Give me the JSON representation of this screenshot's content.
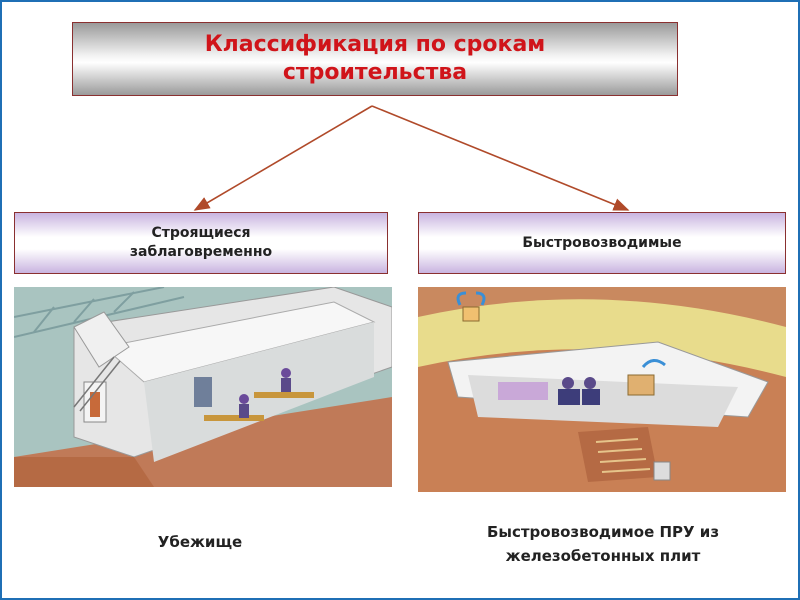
{
  "title": "Классификация по срокам\nстроительства",
  "categories": {
    "left": "Строящиеся\nзаблаговременно",
    "right": "Быстровозводимые"
  },
  "captions": {
    "left": "Убежище",
    "right": "Быстровозводимое ПРУ из\nжелезобетонных плит"
  },
  "colors": {
    "title_text": "#d0141a",
    "arrow": "#b04a2a",
    "frame": "#1f6fb5"
  }
}
